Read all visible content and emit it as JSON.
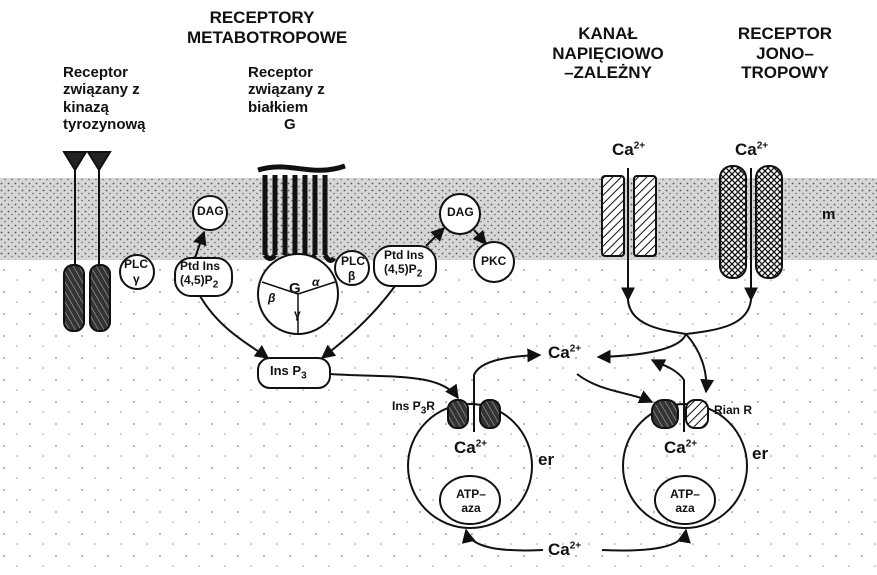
{
  "headings": {
    "metabotropic_l1": "RECEPTORY",
    "metabotropic_l2": "METABOTROPOWE",
    "voltage_l1": "KANAŁ",
    "voltage_l2": "NAPIĘCIOWO",
    "voltage_l3": "–ZALEŻNY",
    "ionotropic_l1": "RECEPTOR",
    "ionotropic_l2": "JONO–",
    "ionotropic_l3": "TROPOWY"
  },
  "receptor_tk": [
    "Receptor",
    "związany z",
    "kinazą",
    "tyrozynową"
  ],
  "receptor_g": [
    "Receptor",
    "związany z",
    "białkiem",
    "G"
  ],
  "ions": {
    "ca": "Ca",
    "charge": "2+"
  },
  "molecules": {
    "dag": "DAG",
    "plc": "PLC",
    "gamma": "γ",
    "beta": "β",
    "alpha": "α",
    "g": "G",
    "ptdins_l1": "Ptd Ins",
    "ptdins_l2": "(4,5)P",
    "ptdins_sub": "2",
    "pkc": "PKC",
    "insp3": "Ins P",
    "insp3_sub": "3",
    "insp3r_a": "Ins P",
    "insp3r_sub": "3",
    "insp3r_b": "R",
    "rianr": "Rian R",
    "er": "er",
    "atpase_l1": "ATP–",
    "atpase_l2": "aza",
    "membrane": "m"
  },
  "colors": {
    "ink": "#111111",
    "membrane_fill": "#d8d8d8",
    "cytoplasm_dot": "#777777"
  }
}
